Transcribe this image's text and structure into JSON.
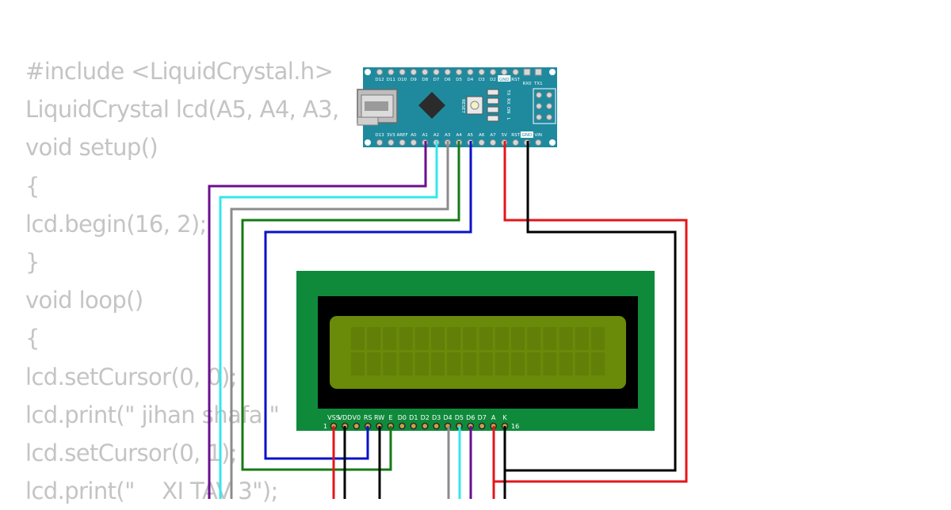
{
  "code_lines": [
    "#include <LiquidCrystal.h>",
    "LiquidCrystal lcd(A5, A4, A3,",
    "void setup()",
    "{",
    "lcd.begin(16, 2);",
    "}",
    "void loop()",
    "{",
    "lcd.setCursor(0, 0);",
    "lcd.print(\" jihan shafa \"",
    "lcd.setCursor(0, 1);",
    "lcd.print(\"    XI TAV 3\");"
  ],
  "arduino": {
    "top_pins": [
      "D12",
      "D11",
      "D10",
      "D9",
      "D8",
      "D7",
      "D6",
      "D5",
      "D4",
      "D3",
      "D2",
      "GND",
      "RST"
    ],
    "top_right_pins": [
      "RX0",
      "TX1"
    ],
    "bottom_pins": [
      "D13",
      "3V3",
      "AREF",
      "A0",
      "A1",
      "A2",
      "A3",
      "A4",
      "A5",
      "A6",
      "A7",
      "5V",
      "RST",
      "GND",
      "VIN"
    ],
    "reset_label": "RESET",
    "led_labels": [
      "TX",
      "RX",
      "ON",
      "L"
    ]
  },
  "lcd": {
    "pins": [
      "VSS",
      "VDD",
      "V0",
      "RS",
      "RW",
      "E",
      "D0",
      "D1",
      "D2",
      "D3",
      "D4",
      "D5",
      "D6",
      "D7",
      "A",
      "K"
    ],
    "pin_first": "1",
    "pin_last": "16",
    "rows": 2,
    "cols": 16
  },
  "colors": {
    "board": "#1f8a9e",
    "lcd_pcb": "#0f8a3b",
    "lcd_screen": "#6a8a0a",
    "wire_red": "#e3161b",
    "wire_black": "#000000",
    "wire_purple": "#6a0f8e",
    "wire_cyan": "#30e8ec",
    "wire_gray": "#8c8c8c",
    "wire_green": "#157a15",
    "wire_blue": "#0a12c8"
  },
  "wires": [
    {
      "name": "wire-a1-purple",
      "color": "wire_purple"
    },
    {
      "name": "wire-a2-cyan",
      "color": "wire_cyan"
    },
    {
      "name": "wire-a3-gray",
      "color": "wire_gray"
    },
    {
      "name": "wire-a4-green",
      "color": "wire_green"
    },
    {
      "name": "wire-a5-blue",
      "color": "wire_blue"
    },
    {
      "name": "wire-5v-red",
      "color": "wire_red"
    },
    {
      "name": "wire-gnd-black",
      "color": "wire_black"
    },
    {
      "name": "wire-lcd-vss",
      "color": "wire_red"
    },
    {
      "name": "wire-lcd-vdd",
      "color": "wire_black"
    },
    {
      "name": "wire-lcd-rw",
      "color": "wire_black"
    },
    {
      "name": "wire-lcd-d4",
      "color": "wire_gray"
    },
    {
      "name": "wire-lcd-d5",
      "color": "wire_cyan"
    },
    {
      "name": "wire-lcd-d6",
      "color": "wire_purple"
    },
    {
      "name": "wire-lcd-a",
      "color": "wire_red"
    },
    {
      "name": "wire-lcd-k",
      "color": "wire_black"
    }
  ]
}
